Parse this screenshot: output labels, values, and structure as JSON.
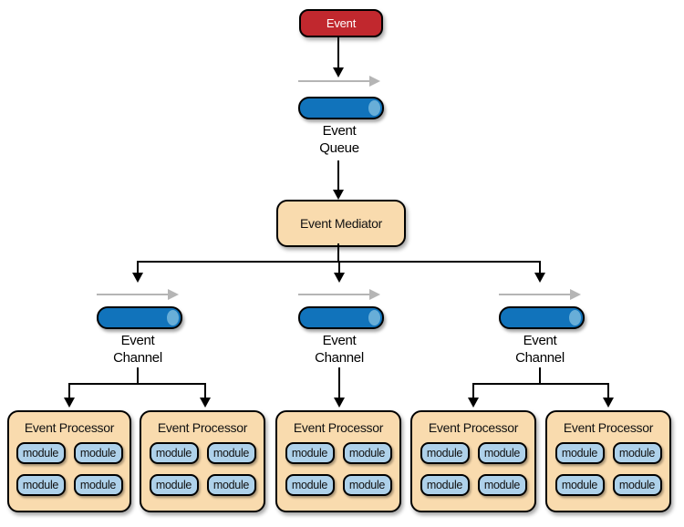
{
  "nodes": {
    "event": {
      "label": "Event"
    },
    "event_queue": {
      "label_line1": "Event",
      "label_line2": "Queue"
    },
    "mediator": {
      "label": "Event Mediator"
    },
    "channels": [
      {
        "label_line1": "Event",
        "label_line2": "Channel"
      },
      {
        "label_line1": "Event",
        "label_line2": "Channel"
      },
      {
        "label_line1": "Event",
        "label_line2": "Channel"
      }
    ],
    "processors": [
      {
        "title": "Event Processor",
        "modules": [
          "module",
          "module",
          "module",
          "module"
        ]
      },
      {
        "title": "Event Processor",
        "modules": [
          "module",
          "module",
          "module",
          "module"
        ]
      },
      {
        "title": "Event Processor",
        "modules": [
          "module",
          "module",
          "module",
          "module"
        ]
      },
      {
        "title": "Event Processor",
        "modules": [
          "module",
          "module",
          "module",
          "module"
        ]
      },
      {
        "title": "Event Processor",
        "modules": [
          "module",
          "module",
          "module",
          "module"
        ]
      }
    ]
  },
  "colors": {
    "event_red": "#c1282e",
    "node_tan": "#f9dbae",
    "cylinder_blue": "#1173bb",
    "cylinder_cap_blue": "#68aed8",
    "module_blue": "#aed1ea",
    "connector_black": "#000000",
    "flow_arrow_gray": "#b5b5b5"
  }
}
